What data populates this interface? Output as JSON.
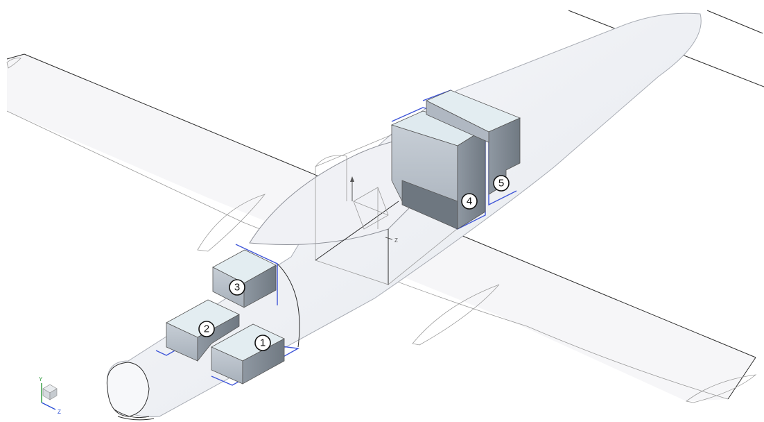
{
  "callouts": [
    {
      "id": "box-1",
      "label": "1"
    },
    {
      "id": "box-2",
      "label": "2"
    },
    {
      "id": "box-3",
      "label": "3"
    },
    {
      "id": "box-4",
      "label": "4"
    },
    {
      "id": "box-5",
      "label": "5"
    }
  ],
  "triad": {
    "y_label": "Y",
    "z_label": "Z"
  },
  "colors": {
    "fuselage": "#f3f4f7",
    "box_front": "#b6bec7",
    "box_side": "#8c959f",
    "box_top": "#e3edf1",
    "outline_blue": "#3f56d8",
    "edge": "#2b2b2b",
    "axis_y": "#2e9a3a",
    "axis_z": "#2a4fd6"
  }
}
